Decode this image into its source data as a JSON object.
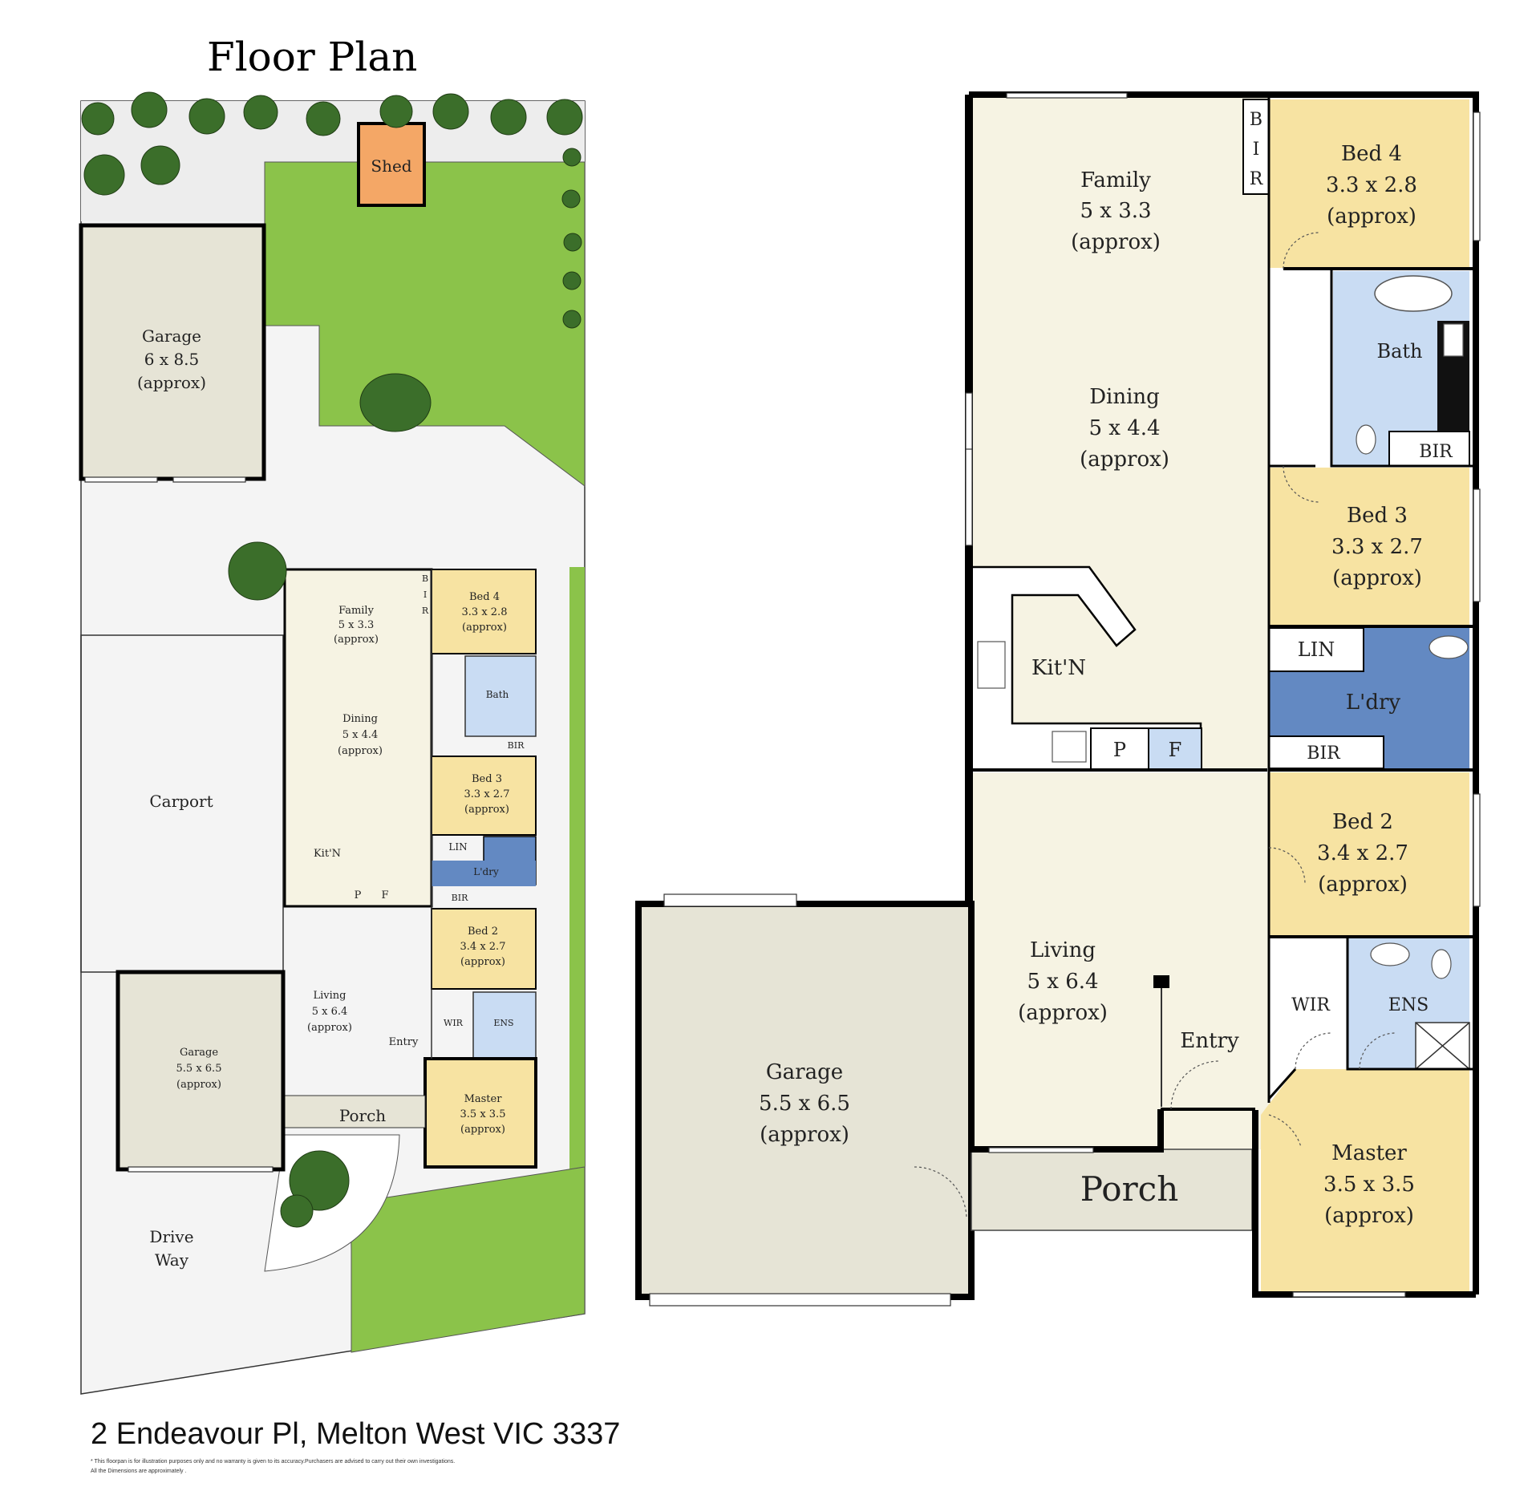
{
  "title": "Floor Plan",
  "address": "2 Endeavour Pl, Melton West VIC 3337",
  "disclaimer": {
    "line1": "* This floorpan is for illustration purposes only and no warranty is given to its accuracy.Purchasers are advised to carry out their own investigations.",
    "line2": "All the Dimensions are approximately ."
  },
  "colors": {
    "living": "#f6f3e3",
    "bedroom": "#f7e3a2",
    "wet": "#c9dcf3",
    "laundry": "#6389c2",
    "garage": "#e6e4d6",
    "grass": "#8bc34a",
    "paving": "#eeeeee",
    "shed": "#f4a766"
  },
  "site": {
    "shed": "Shed",
    "garage_rear": {
      "name": "Garage",
      "dims": "6 x 8.5",
      "approx": "(approx)"
    },
    "carport": "Carport",
    "driveway": [
      "Drive",
      "Way"
    ],
    "garage_front": {
      "name": "Garage",
      "dims": "5.5 x 6.5",
      "approx": "(approx)"
    },
    "porch": "Porch",
    "entry": "Entry",
    "rooms": {
      "family": {
        "name": "Family",
        "dims": "5 x 3.3",
        "approx": "(approx)"
      },
      "dining": {
        "name": "Dining",
        "dims": "5 x 4.4",
        "approx": "(approx)"
      },
      "kitchen": "Kit'N",
      "pantry": "P",
      "fridge": "F",
      "living": {
        "name": "Living",
        "dims": "5 x 6.4",
        "approx": "(approx)"
      },
      "bed4": {
        "name": "Bed 4",
        "dims": "3.3 x 2.8",
        "approx": "(approx)"
      },
      "bath": "Bath",
      "bir": "BIR",
      "bir_vertical": [
        "B",
        "I",
        "R"
      ],
      "bed3": {
        "name": "Bed 3",
        "dims": "3.3 x 2.7",
        "approx": "(approx)"
      },
      "lin": "LIN",
      "laundry": "L'dry",
      "bed2": {
        "name": "Bed 2",
        "dims": "3.4 x 2.7",
        "approx": "(approx)"
      },
      "wir": "WIR",
      "ens": "ENS",
      "master": {
        "name": "Master",
        "dims": "3.5 x 3.5",
        "approx": "(approx)"
      }
    }
  },
  "detail": {
    "family": {
      "name": "Family",
      "dims": "5 x 3.3",
      "approx": "(approx)"
    },
    "dining": {
      "name": "Dining",
      "dims": "5 x 4.4",
      "approx": "(approx)"
    },
    "kitchen": "Kit'N",
    "pantry": "P",
    "fridge": "F",
    "living": {
      "name": "Living",
      "dims": "5 x 6.4",
      "approx": "(approx)"
    },
    "entry": "Entry",
    "porch": "Porch",
    "garage": {
      "name": "Garage",
      "dims": "5.5 x 6.5",
      "approx": "(approx)"
    },
    "bed4": {
      "name": "Bed 4",
      "dims": "3.3 x 2.8",
      "approx": "(approx)"
    },
    "bath": "Bath",
    "bir": "BIR",
    "bir_vertical": [
      "B",
      "I",
      "R"
    ],
    "bed3": {
      "name": "Bed 3",
      "dims": "3.3 x 2.7",
      "approx": "(approx)"
    },
    "lin": "LIN",
    "laundry": "L'dry",
    "bir_laundry": "BIR",
    "bed2": {
      "name": "Bed 2",
      "dims": "3.4 x 2.7",
      "approx": "(approx)"
    },
    "wir": "WIR",
    "ens": "ENS",
    "master": {
      "name": "Master",
      "dims": "3.5 x 3.5",
      "approx": "(approx)"
    }
  }
}
